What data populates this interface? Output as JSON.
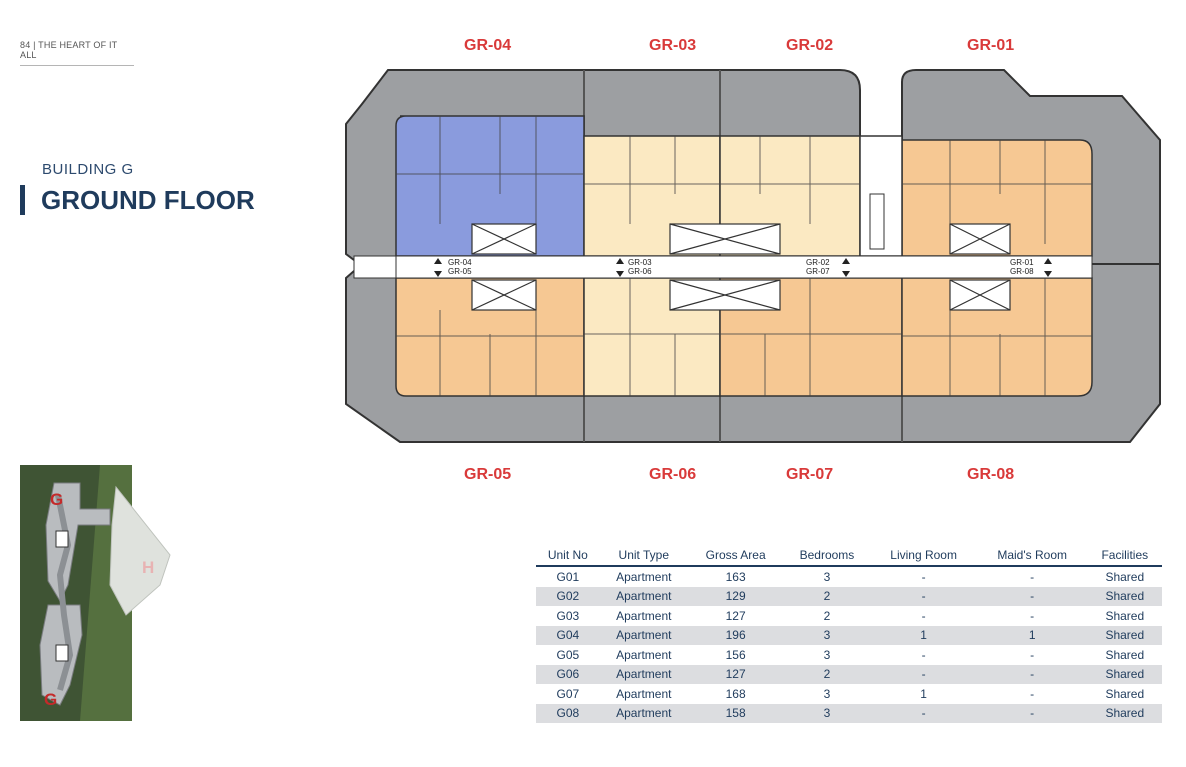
{
  "header": {
    "page_ref": "84 | THE HEART OF IT ALL"
  },
  "title": {
    "building": "BUILDING G",
    "floor": "GROUND FLOOR"
  },
  "plan": {
    "top_labels": [
      "GR-04",
      "GR-03",
      "GR-02",
      "GR-01"
    ],
    "bottom_labels": [
      "GR-05",
      "GR-06",
      "GR-07",
      "GR-08"
    ],
    "corridor_tags": [
      "GR-04",
      "GR-05",
      "GR-03",
      "GR-06",
      "GR-02",
      "GR-07",
      "GR-01",
      "GR-08"
    ],
    "colors": {
      "gr04": "#8a9bdd",
      "beige": "#fbe9c2",
      "orange": "#f6c893",
      "shell": "#9d9fa2",
      "corridor": "#ffffff"
    }
  },
  "site_map": {
    "marker_g1": "G",
    "marker_g2": "G",
    "marker_h": "H"
  },
  "table": {
    "headers": [
      "Unit No",
      "Unit Type",
      "Gross Area",
      "Bedrooms",
      "Living Room",
      "Maid's Room",
      "Facilities"
    ],
    "rows": [
      [
        "G01",
        "Apartment",
        "163",
        "3",
        "-",
        "-",
        "Shared"
      ],
      [
        "G02",
        "Apartment",
        "129",
        "2",
        "-",
        "-",
        "Shared"
      ],
      [
        "G03",
        "Apartment",
        "127",
        "2",
        "-",
        "-",
        "Shared"
      ],
      [
        "G04",
        "Apartment",
        "196",
        "3",
        "1",
        "1",
        "Shared"
      ],
      [
        "G05",
        "Apartment",
        "156",
        "3",
        "-",
        "-",
        "Shared"
      ],
      [
        "G06",
        "Apartment",
        "127",
        "2",
        "-",
        "-",
        "Shared"
      ],
      [
        "G07",
        "Apartment",
        "168",
        "3",
        "1",
        "-",
        "Shared"
      ],
      [
        "G08",
        "Apartment",
        "158",
        "3",
        "-",
        "-",
        "Shared"
      ]
    ]
  }
}
